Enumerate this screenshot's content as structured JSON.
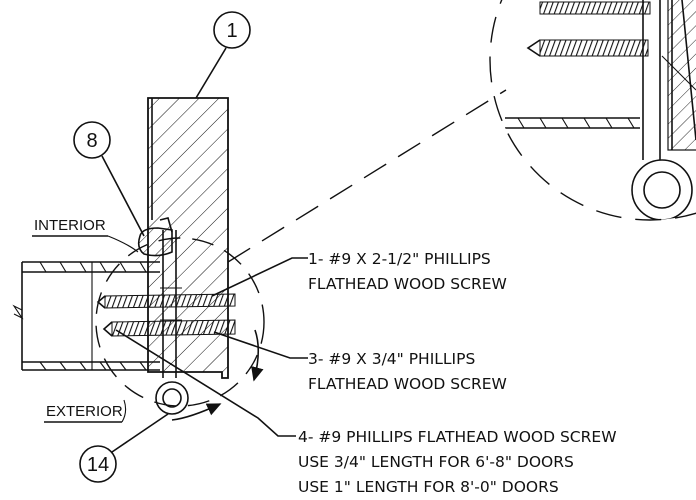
{
  "callouts": {
    "c1": "1",
    "c8": "8",
    "c14": "14"
  },
  "labels": {
    "interior": "INTERIOR",
    "exterior": "EXTERIOR"
  },
  "notes": {
    "screw1_line1": "1- #9 X 2-1/2\" PHILLIPS",
    "screw1_line2": "FLATHEAD WOOD SCREW",
    "screw3_line1": "3- #9 X 3/4\" PHILLIPS",
    "screw3_line2": "FLATHEAD WOOD SCREW",
    "screw4_line1": "4- #9 PHILLIPS FLATHEAD WOOD SCREW",
    "screw4_line2": "USE 3/4\" LENGTH FOR 6'-8\" DOORS",
    "screw4_line3": "USE 1\" LENGTH FOR 8'-0\" DOORS"
  }
}
